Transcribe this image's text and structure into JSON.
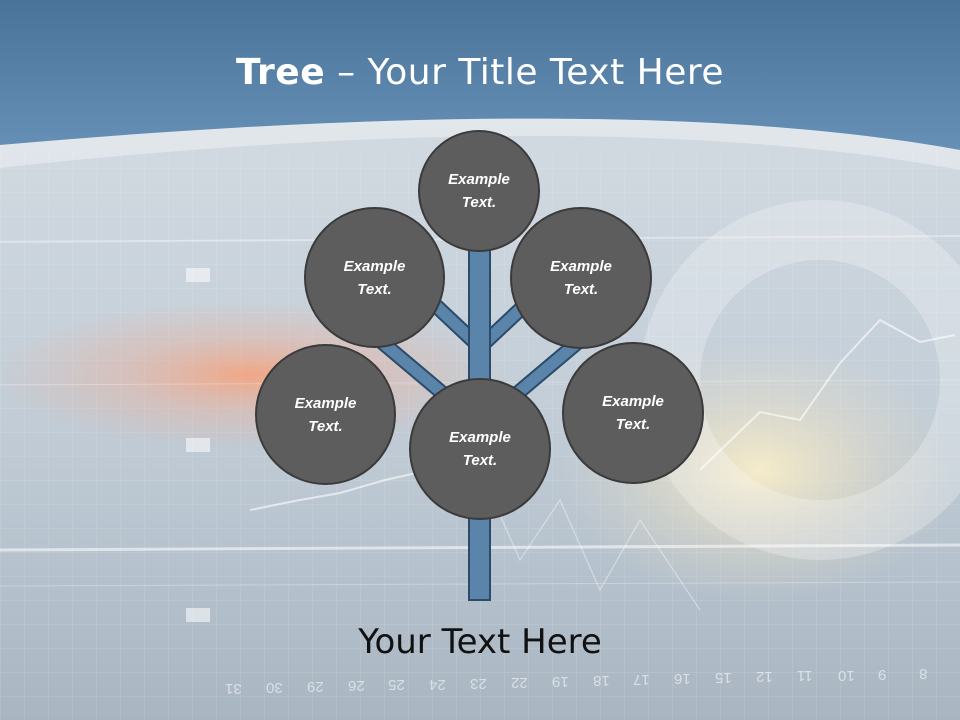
{
  "title": {
    "bold": "Tree",
    "rest": " – Your Title Text Here"
  },
  "nodes": [
    {
      "line1": "Example",
      "line2": "Text."
    },
    {
      "line1": "Example",
      "line2": "Text."
    },
    {
      "line1": "Example",
      "line2": "Text."
    },
    {
      "line1": "Example",
      "line2": "Text."
    },
    {
      "line1": "Example",
      "line2": "Text."
    },
    {
      "line1": "Example",
      "line2": "Text."
    }
  ],
  "footer": "Your Text Here",
  "background_scale": [
    "31",
    "30",
    "29",
    "26",
    "25",
    "24",
    "23",
    "22",
    "19",
    "18",
    "17",
    "16",
    "15",
    "12",
    "11",
    "10",
    "9",
    "8"
  ],
  "colors": {
    "header": "#5b84aa",
    "tree_fill": "#5b84aa",
    "tree_stroke": "#2c4a69",
    "node_fill": "#5d5d5d",
    "node_stroke": "#3b3b3b"
  }
}
